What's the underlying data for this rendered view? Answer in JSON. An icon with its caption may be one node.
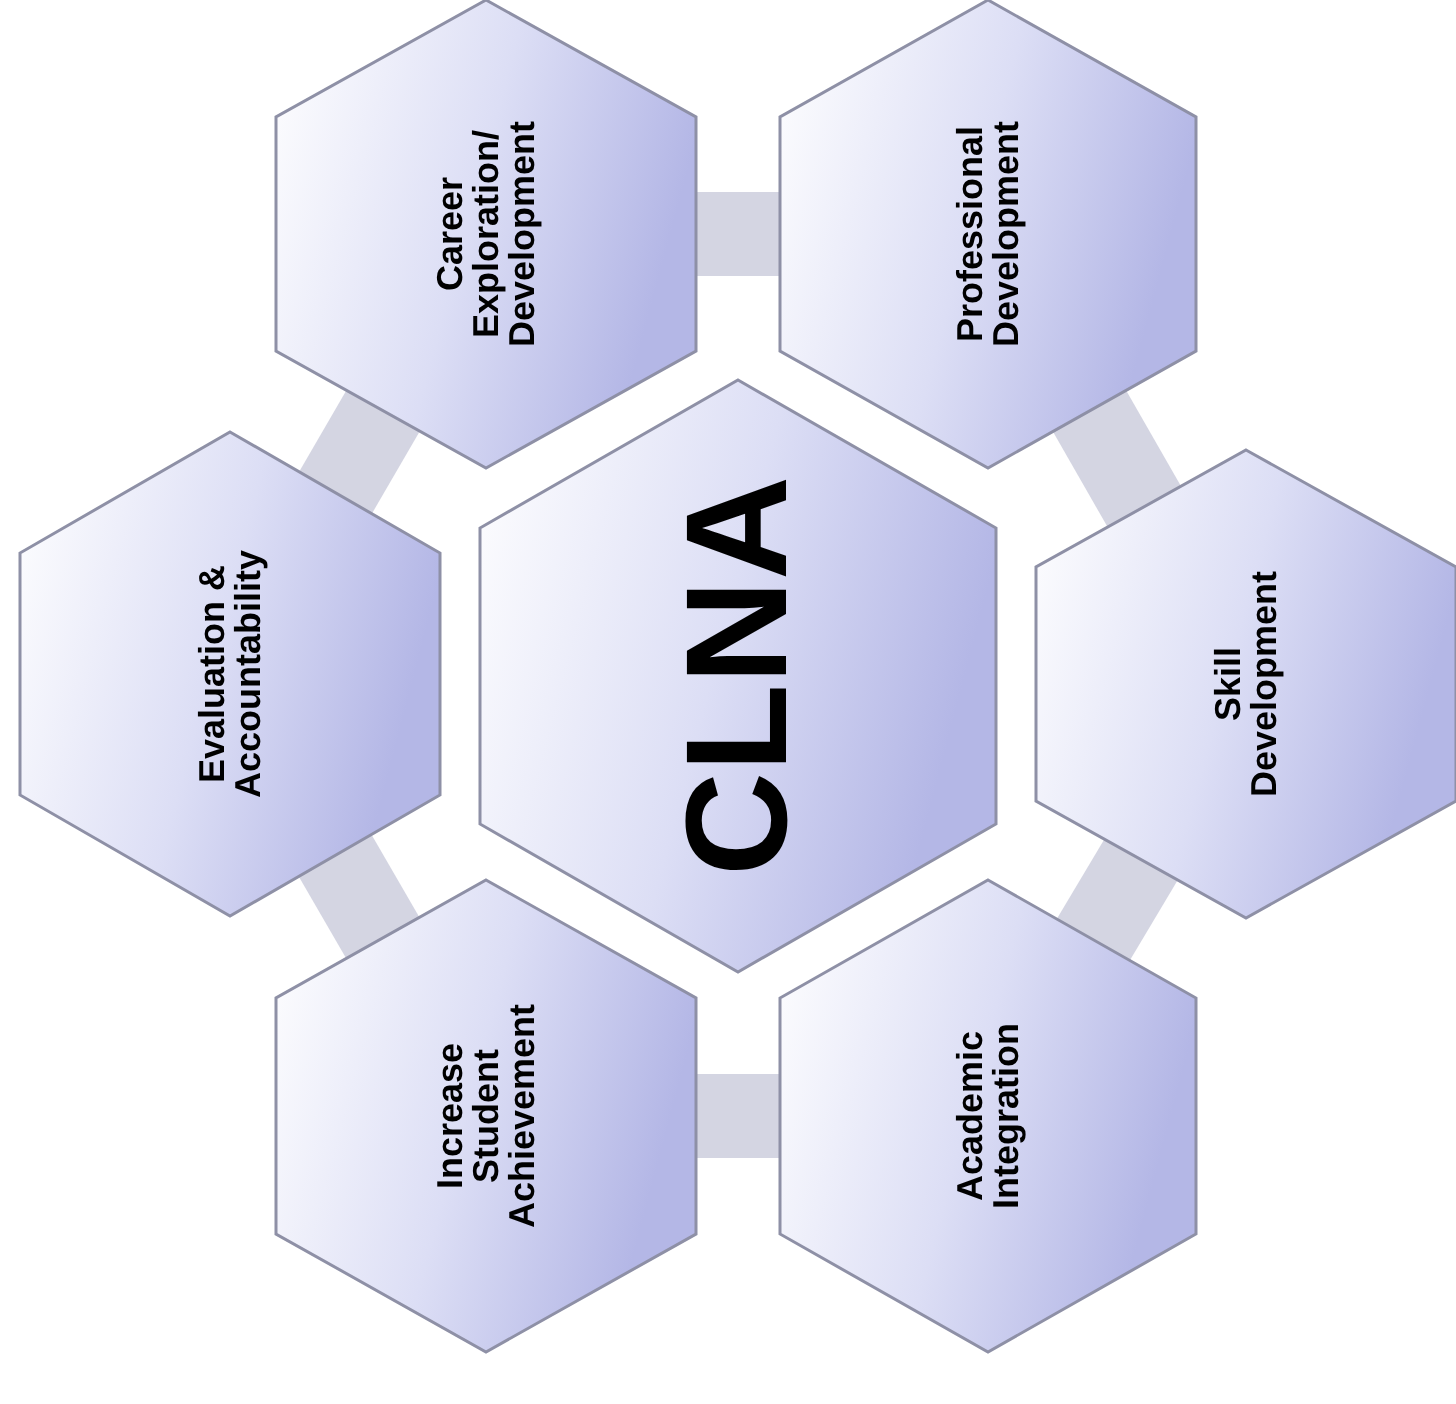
{
  "diagram": {
    "nodes": [
      {
        "text": [
          "Career Exploration/ Development"
        ]
      },
      {
        "text": [
          "Professional Development"
        ]
      },
      {
        "text": [
          "Evaluation & Accountability"
        ]
      },
      {
        "text": [
          "CLNA"
        ]
      },
      {
        "text": [
          "Skill Development"
        ]
      },
      {
        "text": [
          "Increase Student Achievement"
        ]
      },
      {
        "text": [
          "Academic Integration"
        ]
      }
    ],
    "edges": [
      {
        "from": 0,
        "to": 1,
        "arrow": "none"
      },
      {
        "from": 1,
        "to": 4,
        "arrow": "none"
      },
      {
        "from": 4,
        "to": 6,
        "arrow": "none"
      },
      {
        "from": 6,
        "to": 5,
        "arrow": "none"
      },
      {
        "from": 5,
        "to": 2,
        "arrow": "none"
      },
      {
        "from": 2,
        "to": 0,
        "arrow": "none"
      }
    ]
  }
}
